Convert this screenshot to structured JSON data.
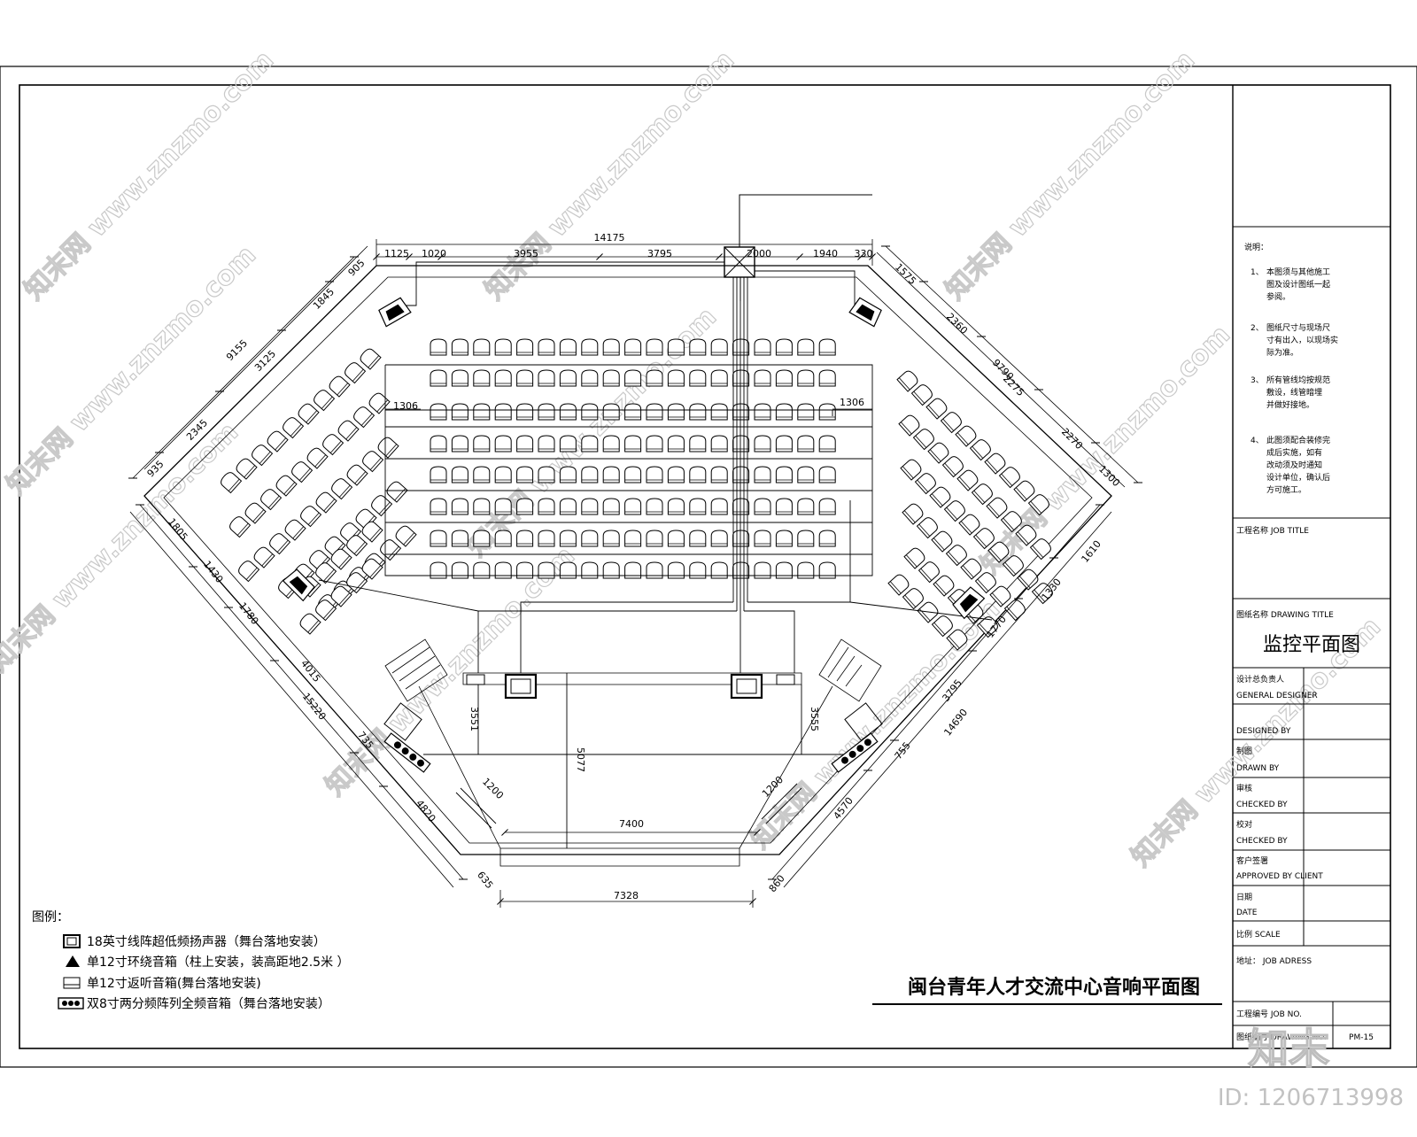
{
  "drawing_title": "闽台青年人才交流中心音响平面图",
  "dimensions": {
    "top_total": "14175",
    "top_segments": [
      "1125",
      "1020",
      "3955",
      "3795",
      "2000",
      "1940",
      "330"
    ],
    "left_outer": "9155",
    "left_segments": [
      "905",
      "1845",
      "3125",
      "2345",
      "935"
    ],
    "right_outer": "9790",
    "right_segments": [
      "1575",
      "2360",
      "2275",
      "2270",
      "1300"
    ],
    "inner_left": "1306",
    "inner_right": "1306",
    "lower_left_outer": "15220",
    "lower_left_segments": [
      "1805",
      "1430",
      "1780",
      "4015",
      "735",
      "4820",
      "635"
    ],
    "lower_right_outer": "14690",
    "lower_right_segments": [
      "1610",
      "1330",
      "1770",
      "3795",
      "755",
      "4570",
      "860"
    ],
    "stage_left_depth": "3551",
    "stage_right_depth": "3555",
    "stage_center_depth": "5077",
    "stage_left_short": "1200",
    "stage_right_short": "1200",
    "stage_width": "7400",
    "stage_front_width": "7328"
  },
  "legend": {
    "title": "图例：",
    "items": [
      {
        "icon": "subwoofer-icon",
        "label": "18英寸线阵超低频扬声器（舞台落地安装）"
      },
      {
        "icon": "surround-speaker-icon",
        "label": "单12寸环绕音箱（柱上安装，装高距地2.5米 ）"
      },
      {
        "icon": "monitor-speaker-icon",
        "label": "单12寸返听音箱(舞台落地安装)"
      },
      {
        "icon": "line-array-icon",
        "label": "双8寸两分频阵列全频音箱（舞台落地安装）"
      }
    ]
  },
  "notes": {
    "title": "说明：",
    "items": [
      {
        "num": "1、",
        "lines": [
          "本图须与其他施工",
          "图及设计图纸一起",
          "参阅。"
        ]
      },
      {
        "num": "2、",
        "lines": [
          "图纸尺寸与现场尺",
          "寸有出入，以现场实",
          "际为准。"
        ]
      },
      {
        "num": "3、",
        "lines": [
          "所有管线均按规范",
          "敷设，线管暗埋",
          "并做好接地。"
        ]
      },
      {
        "num": "4、",
        "lines": [
          "此图须配合装修完",
          "成后实施，如有",
          "改动须及时通知",
          "设计单位，确认后",
          "方可施工。"
        ]
      }
    ]
  },
  "title_block": {
    "job_title_label": "工程名称 JOB TITLE",
    "drawing_title_label": "图纸名称 DRAWING TITLE",
    "drawing_name": "监控平面图",
    "rows": [
      {
        "cn": "设计总负责人",
        "en": "GENERAL DESIGNER"
      },
      {
        "cn": "",
        "en": "DESIGNED BY"
      },
      {
        "cn": "制图",
        "en": "DRAWN BY"
      },
      {
        "cn": "审核",
        "en": "CHECKED BY"
      },
      {
        "cn": "校对",
        "en": "CHECKED BY"
      },
      {
        "cn": "客户签署",
        "en": "APPROVED BY CLIENT"
      },
      {
        "cn": "日期",
        "en": "DATE"
      }
    ],
    "scale_label": "比例  SCALE",
    "address_label": "地址：  JOB ADRESS",
    "job_no_label": "工程编号 JOB NO.",
    "drawing_no_label": "图纸编号 DRAWING NO.",
    "drawing_no": "PM-15"
  },
  "watermarks": {
    "url": "www.znzmo.com",
    "brand": "知末网",
    "logo_text": "知末",
    "id_text": "ID: 1206713998"
  }
}
